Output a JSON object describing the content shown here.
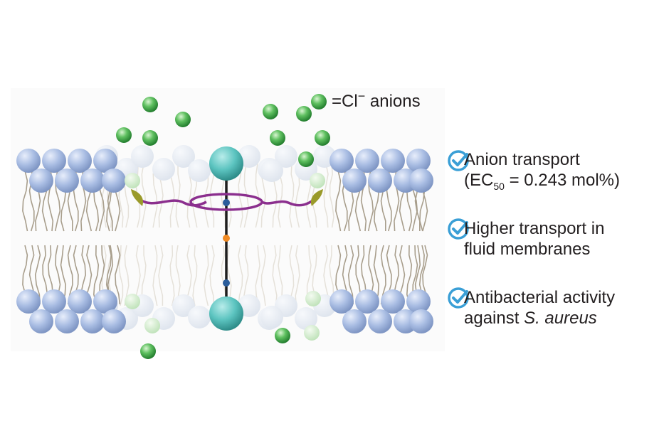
{
  "legend": {
    "eq": "=",
    "ion": "Cl",
    "charge": "−",
    "word": "anions"
  },
  "bullets": [
    {
      "icon": "check-circle-icon",
      "line1": "Anion transport",
      "line2_pre": "(EC",
      "line2_sub": "50",
      "line2_post": " = 0.243 mol%)"
    },
    {
      "icon": "check-circle-icon",
      "line1": "Higher transport in",
      "line2": "fluid membranes"
    },
    {
      "icon": "check-circle-icon",
      "line1": "Antibacterial activity",
      "line2_pre": "against ",
      "line2_ital": "S. aureus"
    }
  ],
  "colors": {
    "headgroup": "#a9bde3",
    "headgroup_faded": "#e6ebf2",
    "tail": "#a89e8c",
    "axle": "#1e1e1e",
    "stopper": "#5cc4c0",
    "macrocycle": "#8b2f8e",
    "anion": "#2e9e3a",
    "check": "#3a9fd6",
    "hook": "#9a9a2a"
  }
}
